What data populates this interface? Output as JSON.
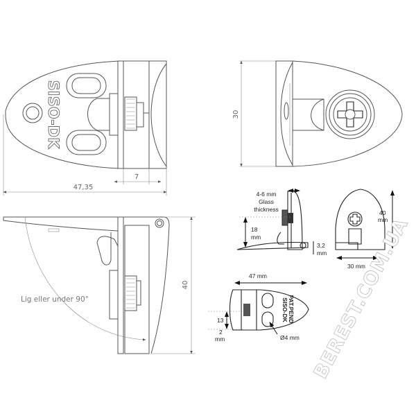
{
  "top_view": {
    "brand_text": "SISO-DK",
    "dim_width": "7",
    "dim_length": "47,35"
  },
  "end_view": {
    "dim_height": "30"
  },
  "side_view": {
    "dim_height": "40",
    "angle_note": "Lig eller under 90°"
  },
  "spec_side": {
    "glass_line1": "4-6 mm",
    "glass_line2": "Glass",
    "glass_line3": "thickness",
    "dim_18": "18",
    "dim_18_unit": "mm",
    "dim_32": "3,2",
    "dim_32_unit": "mm"
  },
  "spec_front": {
    "dim_40": "40",
    "dim_40_unit": "mm",
    "dim_30": "30 mm"
  },
  "spec_bottom": {
    "dim_47": "47 mm",
    "dim_13": "13",
    "dim_2": "2",
    "dim_2_unit": "mm",
    "hole": "Ø4 mm",
    "brand_text": "SISO-DK",
    "pat_text": "PAT.PEND."
  },
  "watermark": "BEREST.COM.UA"
}
